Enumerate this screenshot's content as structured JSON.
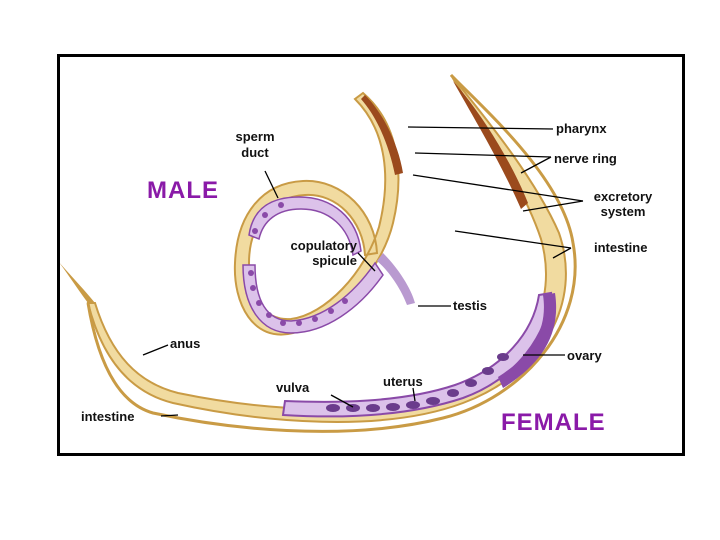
{
  "colors": {
    "frame": "#000000",
    "sex_label": "#8a1aa8",
    "body_fill": "#f1dba0",
    "body_edge": "#c99b45",
    "pharynx": "#9b4a1d",
    "gonad_light": "#dcc2ea",
    "gonad_dark": "#8a4aa8",
    "egg": "#6a3c8c",
    "line": "#000000"
  },
  "labels": {
    "male": "MALE",
    "female": "FEMALE",
    "sperm_duct_1": "sperm",
    "sperm_duct_2": "duct",
    "copulatory_1": "copulatory",
    "copulatory_2": "spicule",
    "testis": "testis",
    "pharynx": "pharynx",
    "nerve_ring": "nerve ring",
    "excretory_1": "excretory",
    "excretory_2": "system",
    "intestine_right": "intestine",
    "ovary": "ovary",
    "anus": "anus",
    "vulva": "vulva",
    "uterus": "uterus",
    "intestine_left": "intestine"
  }
}
